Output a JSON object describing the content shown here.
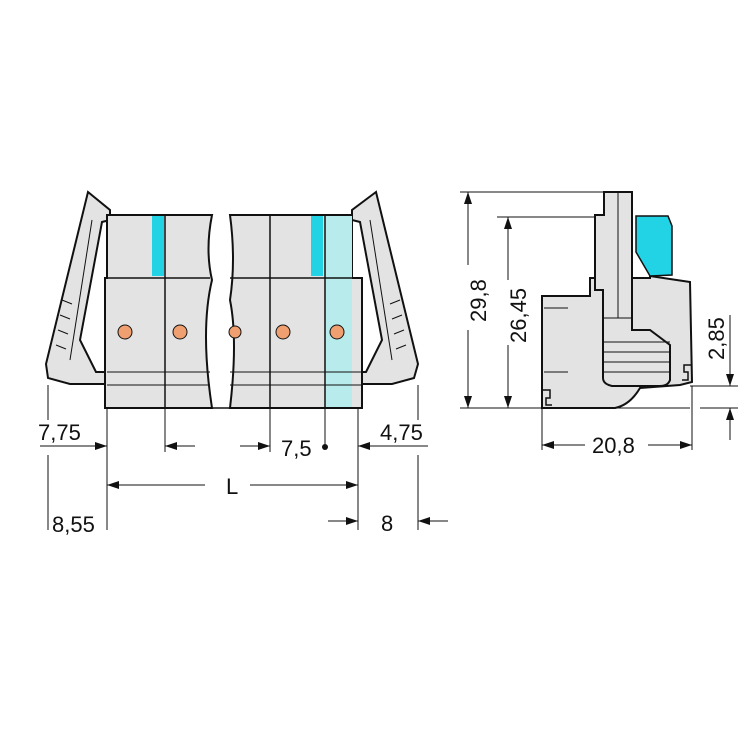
{
  "drawing": {
    "front_view": {
      "dimensions": {
        "left_offset_upper": "7,75",
        "left_offset_lower": "8,55",
        "pitch": "7,5",
        "overall_length": "L",
        "right_offset_upper": "4,75",
        "right_offset_lower": "8"
      }
    },
    "side_view": {
      "dimensions": {
        "total_height": "29,8",
        "body_height": "26,45",
        "base_offset": "2,85",
        "depth": "20,8"
      }
    }
  },
  "colors": {
    "housing": "#e3e3e3",
    "release_button": "#22d3e6",
    "marker_housing": "#b8ecec",
    "contact": "#f0a070"
  }
}
